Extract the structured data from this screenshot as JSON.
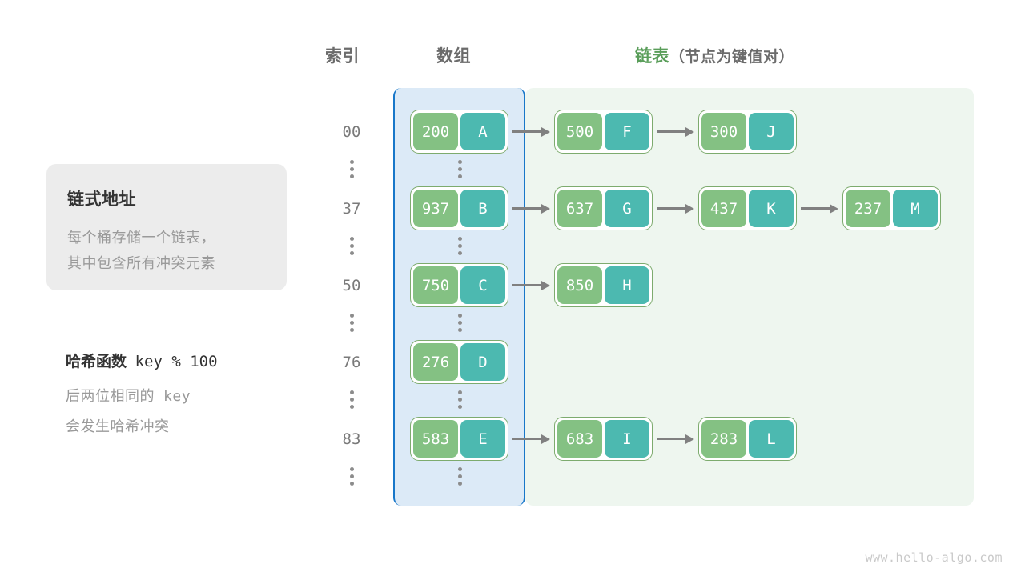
{
  "headings": {
    "index": "索引",
    "array": "数组",
    "list_accent": "链表",
    "list_sub": "（节点为键值对）"
  },
  "info_card": {
    "title": "链式地址",
    "line1": "每个桶存储一个链表，",
    "line2": "其中包含所有冲突元素"
  },
  "hash": {
    "title_label": "哈希函数",
    "title_expr": "key % 100",
    "line1_a": "后两位相同的",
    "line1_mono": "key",
    "line2": "会发生哈希冲突"
  },
  "colors": {
    "array_panel_fill": "#dceaf7",
    "array_panel_border": "#1877c9",
    "list_panel_fill": "#eef6ef",
    "node_key_fill": "#84c183",
    "node_value_fill": "#4cb9b0",
    "node_border": "#7dab6e",
    "arrow": "#808080",
    "accent_green": "#5a9e5a",
    "index_text": "#7a7a7a",
    "muted_text": "#9a9a9a",
    "card_fill": "#ececec"
  },
  "buckets": [
    {
      "index": "00",
      "bucket": {
        "key": "200",
        "value": "A"
      },
      "chain": [
        {
          "key": "500",
          "value": "F"
        },
        {
          "key": "300",
          "value": "J"
        }
      ]
    },
    {
      "index": "37",
      "bucket": {
        "key": "937",
        "value": "B"
      },
      "chain": [
        {
          "key": "637",
          "value": "G"
        },
        {
          "key": "437",
          "value": "K"
        },
        {
          "key": "237",
          "value": "M"
        }
      ]
    },
    {
      "index": "50",
      "bucket": {
        "key": "750",
        "value": "C"
      },
      "chain": [
        {
          "key": "850",
          "value": "H"
        }
      ]
    },
    {
      "index": "76",
      "bucket": {
        "key": "276",
        "value": "D"
      },
      "chain": []
    },
    {
      "index": "83",
      "bucket": {
        "key": "583",
        "value": "E"
      },
      "chain": [
        {
          "key": "683",
          "value": "I"
        },
        {
          "key": "283",
          "value": "L"
        }
      ]
    }
  ],
  "watermark": "www.hello-algo.com"
}
